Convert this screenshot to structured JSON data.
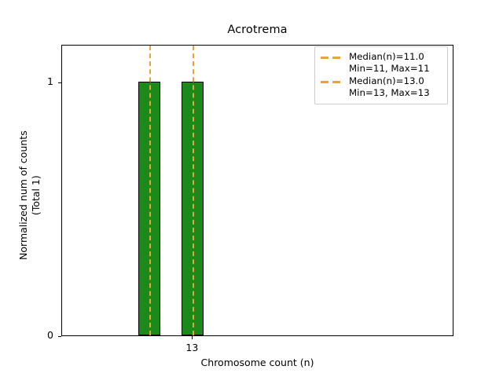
{
  "chart_data": {
    "type": "bar",
    "title": "Acrotrema",
    "xlabel": "Chromosome count (n)",
    "ylabel": "Normalized num of counts\n(Total 1)",
    "categories": [
      "11",
      "13"
    ],
    "values": [
      1.0,
      1.0
    ],
    "x": [
      11,
      13
    ],
    "xlim": [
      7.0,
      25.0
    ],
    "ylim": [
      0,
      1.15
    ],
    "xticks": [
      "13"
    ],
    "xtick_values": [
      13
    ],
    "yticks": [
      "0",
      "1"
    ],
    "ytick_values": [
      0,
      1
    ],
    "grid": false,
    "bar_color": "#1b8a1b",
    "bar_edge_color": "#000000",
    "vline_color": "#e8a33d",
    "vlines": [
      11,
      13
    ],
    "legend_position": "upper right",
    "legend": [
      {
        "label": "Median(n)=11.0\nMin=11, Max=11",
        "median": 11.0,
        "min": 11,
        "max": 11,
        "color": "#e8a33d",
        "style": "dashed"
      },
      {
        "label": "Median(n)=13.0\nMin=13, Max=13",
        "median": 13.0,
        "min": 13,
        "max": 13,
        "color": "#e8a33d",
        "style": "dashed"
      }
    ]
  }
}
